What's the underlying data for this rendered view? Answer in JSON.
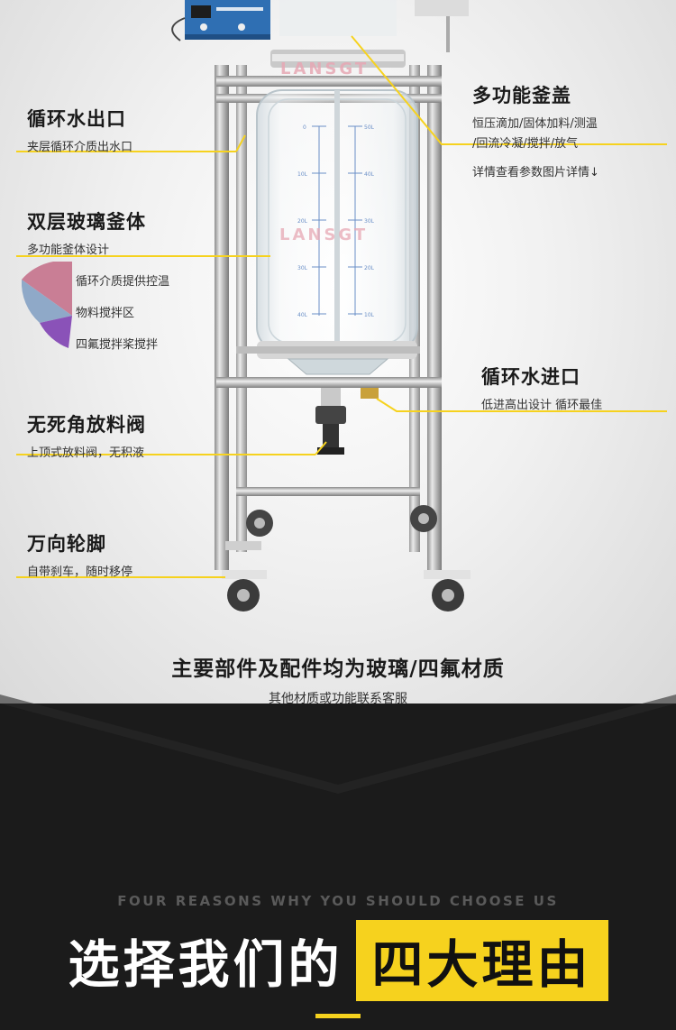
{
  "callouts": {
    "outlet": {
      "title": "循环水出口",
      "sub": "夹层循环介质出水口"
    },
    "vessel": {
      "title": "双层玻璃釜体",
      "sub": "多功能釜体设计"
    },
    "valve": {
      "title": "无死角放料阀",
      "sub": "上顶式放料阀，无积液"
    },
    "caster": {
      "title": "万向轮脚",
      "sub": "自带刹车，随时移停"
    },
    "lid": {
      "title": "多功能釜盖",
      "sub1": "恒压滴加/固体加料/测温",
      "sub2": "/回流冷凝/搅拌/放气",
      "sub3": "详情查看参数图片详情↓"
    },
    "inlet": {
      "title": "循环水进口",
      "sub": "低进高出设计 循环最佳"
    }
  },
  "legend": [
    {
      "label": "循环介质提供控温",
      "color": "#c97e95"
    },
    {
      "label": "物料搅拌区",
      "color": "#8fa9c8"
    },
    {
      "label": "四氟搅拌桨搅拌",
      "color": "#8a52b8"
    }
  ],
  "watermark": "LANSGT",
  "scale_marks": [
    "0",
    "10L",
    "20L",
    "30L",
    "40L",
    "50L",
    "40L",
    "30L",
    "20L",
    "10L"
  ],
  "caption": {
    "main": "主要部件及配件均为玻璃/四氟材质",
    "sub": "其他材质或功能联系客服"
  },
  "section": {
    "eng": "FOUR REASONS WHY YOU SHOULD CHOOSE US",
    "cn_plain": "选择我们的",
    "cn_highlight": "四大理由"
  },
  "colors": {
    "accent": "#f6d21e",
    "dark": "#1b1b1b"
  }
}
